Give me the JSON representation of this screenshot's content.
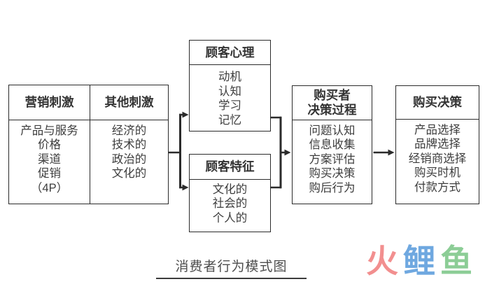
{
  "diagram": {
    "caption": "消费者行为模式图",
    "stimuli_table": {
      "columns": [
        {
          "header": "营销刺激",
          "items": [
            "产品与服务",
            "价格",
            "渠道",
            "促销",
            "（4P）"
          ]
        },
        {
          "header": "其他刺激",
          "items": [
            "经济的",
            "技术的",
            "政治的",
            "文化的"
          ]
        }
      ]
    },
    "psychology_box": {
      "header": "顾客心理",
      "items": [
        "动机",
        "认知",
        "学习",
        "记忆"
      ]
    },
    "characteristics_box": {
      "header": "顾客特征",
      "items": [
        "文化的",
        "社会的",
        "个人的"
      ]
    },
    "decision_process_box": {
      "header_line1": "购买者",
      "header_line2": "决策过程",
      "items": [
        "问题认知",
        "信息收集",
        "方案评估",
        "购买决策",
        "购后行为"
      ]
    },
    "purchase_decision_box": {
      "header": "购买决策",
      "items": [
        "产品选择",
        "品牌选择",
        "经销商选择",
        "购买时机",
        "付款方式"
      ]
    }
  },
  "watermark": {
    "chars": [
      {
        "text": "火",
        "color": "#f28f8f"
      },
      {
        "text": "鲤",
        "color": "#6fa8e0"
      },
      {
        "text": "鱼",
        "color": "#8ccd96"
      }
    ]
  },
  "colors": {
    "line": "#2b2b2b",
    "text": "#3d3d3d",
    "caption_text": "#4d4d4d"
  }
}
